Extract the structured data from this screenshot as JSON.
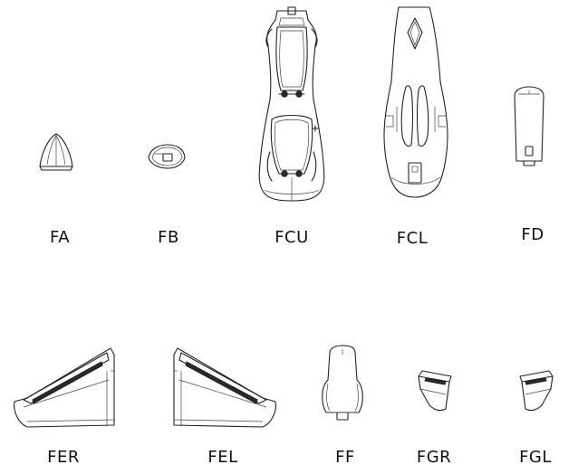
{
  "parts": [
    {
      "id": "fa",
      "label": "FA"
    },
    {
      "id": "fb",
      "label": "FB"
    },
    {
      "id": "fcu",
      "label": "FCU"
    },
    {
      "id": "fcl",
      "label": "FCL"
    },
    {
      "id": "fd",
      "label": "FD"
    },
    {
      "id": "fer",
      "label": "FER"
    },
    {
      "id": "fel",
      "label": "FEL"
    },
    {
      "id": "ff",
      "label": "FF"
    },
    {
      "id": "fgr",
      "label": "FGR"
    },
    {
      "id": "fgl",
      "label": "FGL"
    }
  ]
}
